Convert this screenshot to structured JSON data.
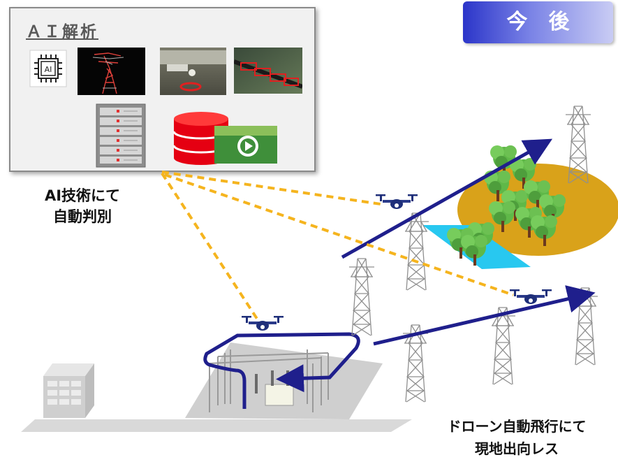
{
  "panel": {
    "title": "ＡＩ解析",
    "chip_label": "AI"
  },
  "badge": {
    "text": "今　後"
  },
  "ai_caption": {
    "line1": "AI技術にて",
    "line2": "自動判別"
  },
  "drone_caption": {
    "line1": "ドローン自動飛行にて",
    "line2": "現地出向レス"
  },
  "colors": {
    "dashed": "#f5b41e",
    "arrow": "#1f1f8c",
    "ground": "#d6d6d6",
    "field": "#d9a21a",
    "water": "#28c8f0",
    "tree": "#5fb848"
  }
}
